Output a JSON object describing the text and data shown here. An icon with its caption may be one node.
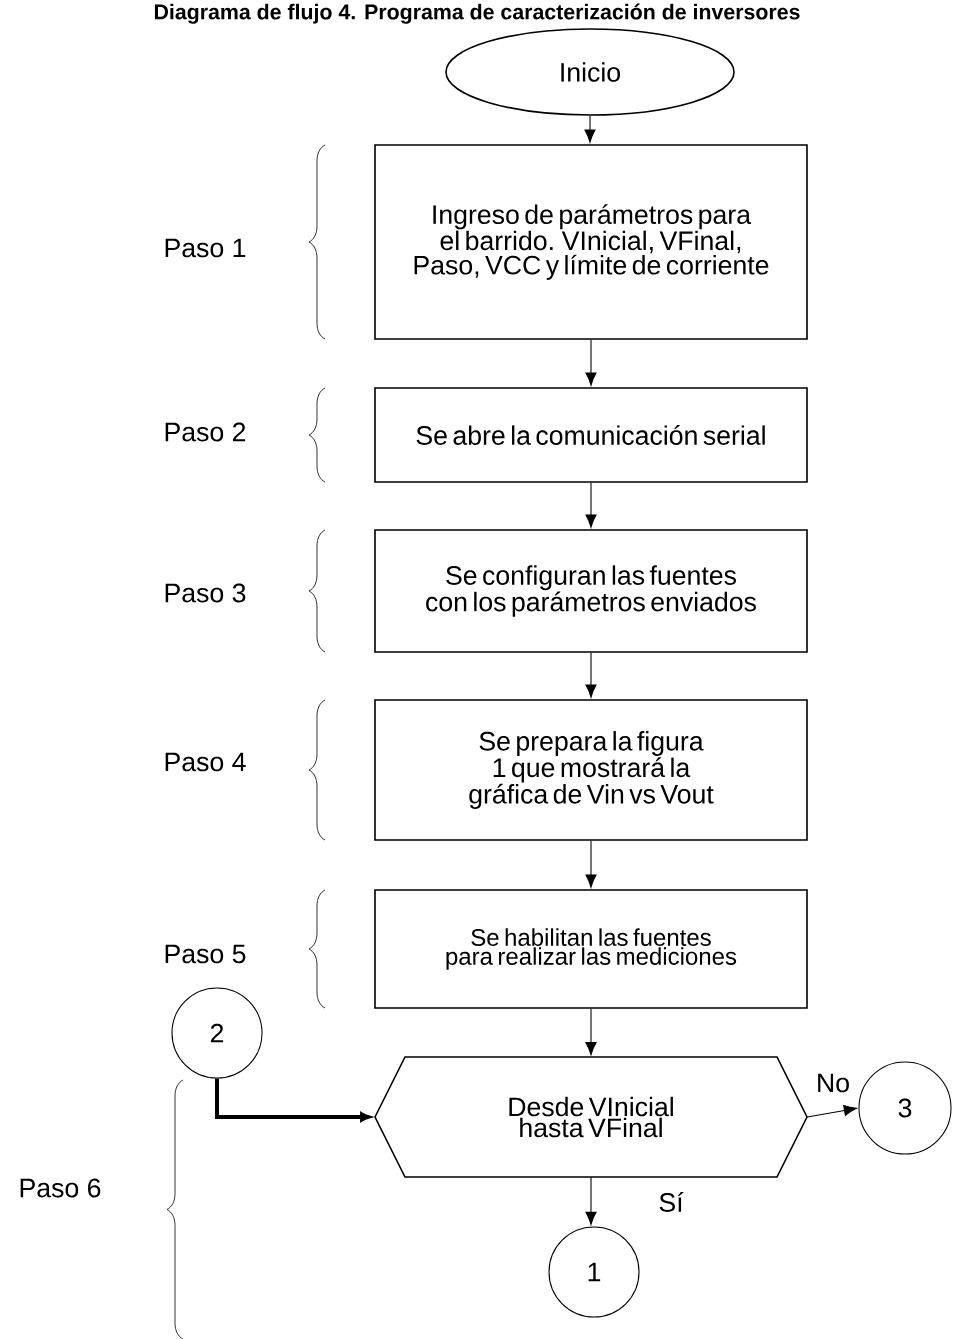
{
  "diagram": {
    "title": "Diagrama de flujo 4. Programa de caracterización de inversores",
    "nodes": [
      {
        "text": [
          "Inicio"
        ]
      },
      {
        "text": [
          "Ingreso de parámetros para el barrido. VInicial, VFinal, Paso, VCC y límite de corriente"
        ]
      },
      {
        "text": [
          "Se abre la comunicación serial"
        ]
      },
      {
        "text": [
          "Se configuran las fuentes con los parámetros enviados"
        ]
      },
      {
        "text": [
          "Se prepara la figura 1 que mostrará la gráfica de Vin vs Vout"
        ]
      },
      {
        "text": [
          "Se habilitan las fuentes para realizar las mediciones"
        ]
      },
      {
        "text": [
          "2"
        ]
      },
      {
        "text": [
          "Desde VInicial hasta VFinal"
        ]
      },
      {
        "text": [
          "3"
        ]
      },
      {
        "text": [
          "1"
        ]
      }
    ],
    "edges": [
      {
        "from": 0,
        "to": 1,
        "arrow": "to"
      },
      {
        "from": 1,
        "to": 2,
        "arrow": "to"
      },
      {
        "from": 2,
        "to": 3,
        "arrow": "to"
      },
      {
        "from": 3,
        "to": 4,
        "arrow": "to"
      },
      {
        "from": 4,
        "to": 5,
        "arrow": "to"
      },
      {
        "from": 5,
        "to": 7,
        "arrow": "to"
      },
      {
        "from": 6,
        "to": 7,
        "arrow": "to",
        "style": "thick"
      },
      {
        "from": 7,
        "to": 8,
        "arrow": "to",
        "label": "No"
      },
      {
        "from": 7,
        "to": 9,
        "arrow": "to",
        "label": "Sí"
      }
    ],
    "labels": [
      "Paso 1",
      "Paso 2",
      "Paso 3",
      "Paso 4",
      "Paso 5",
      "Paso 6"
    ]
  }
}
